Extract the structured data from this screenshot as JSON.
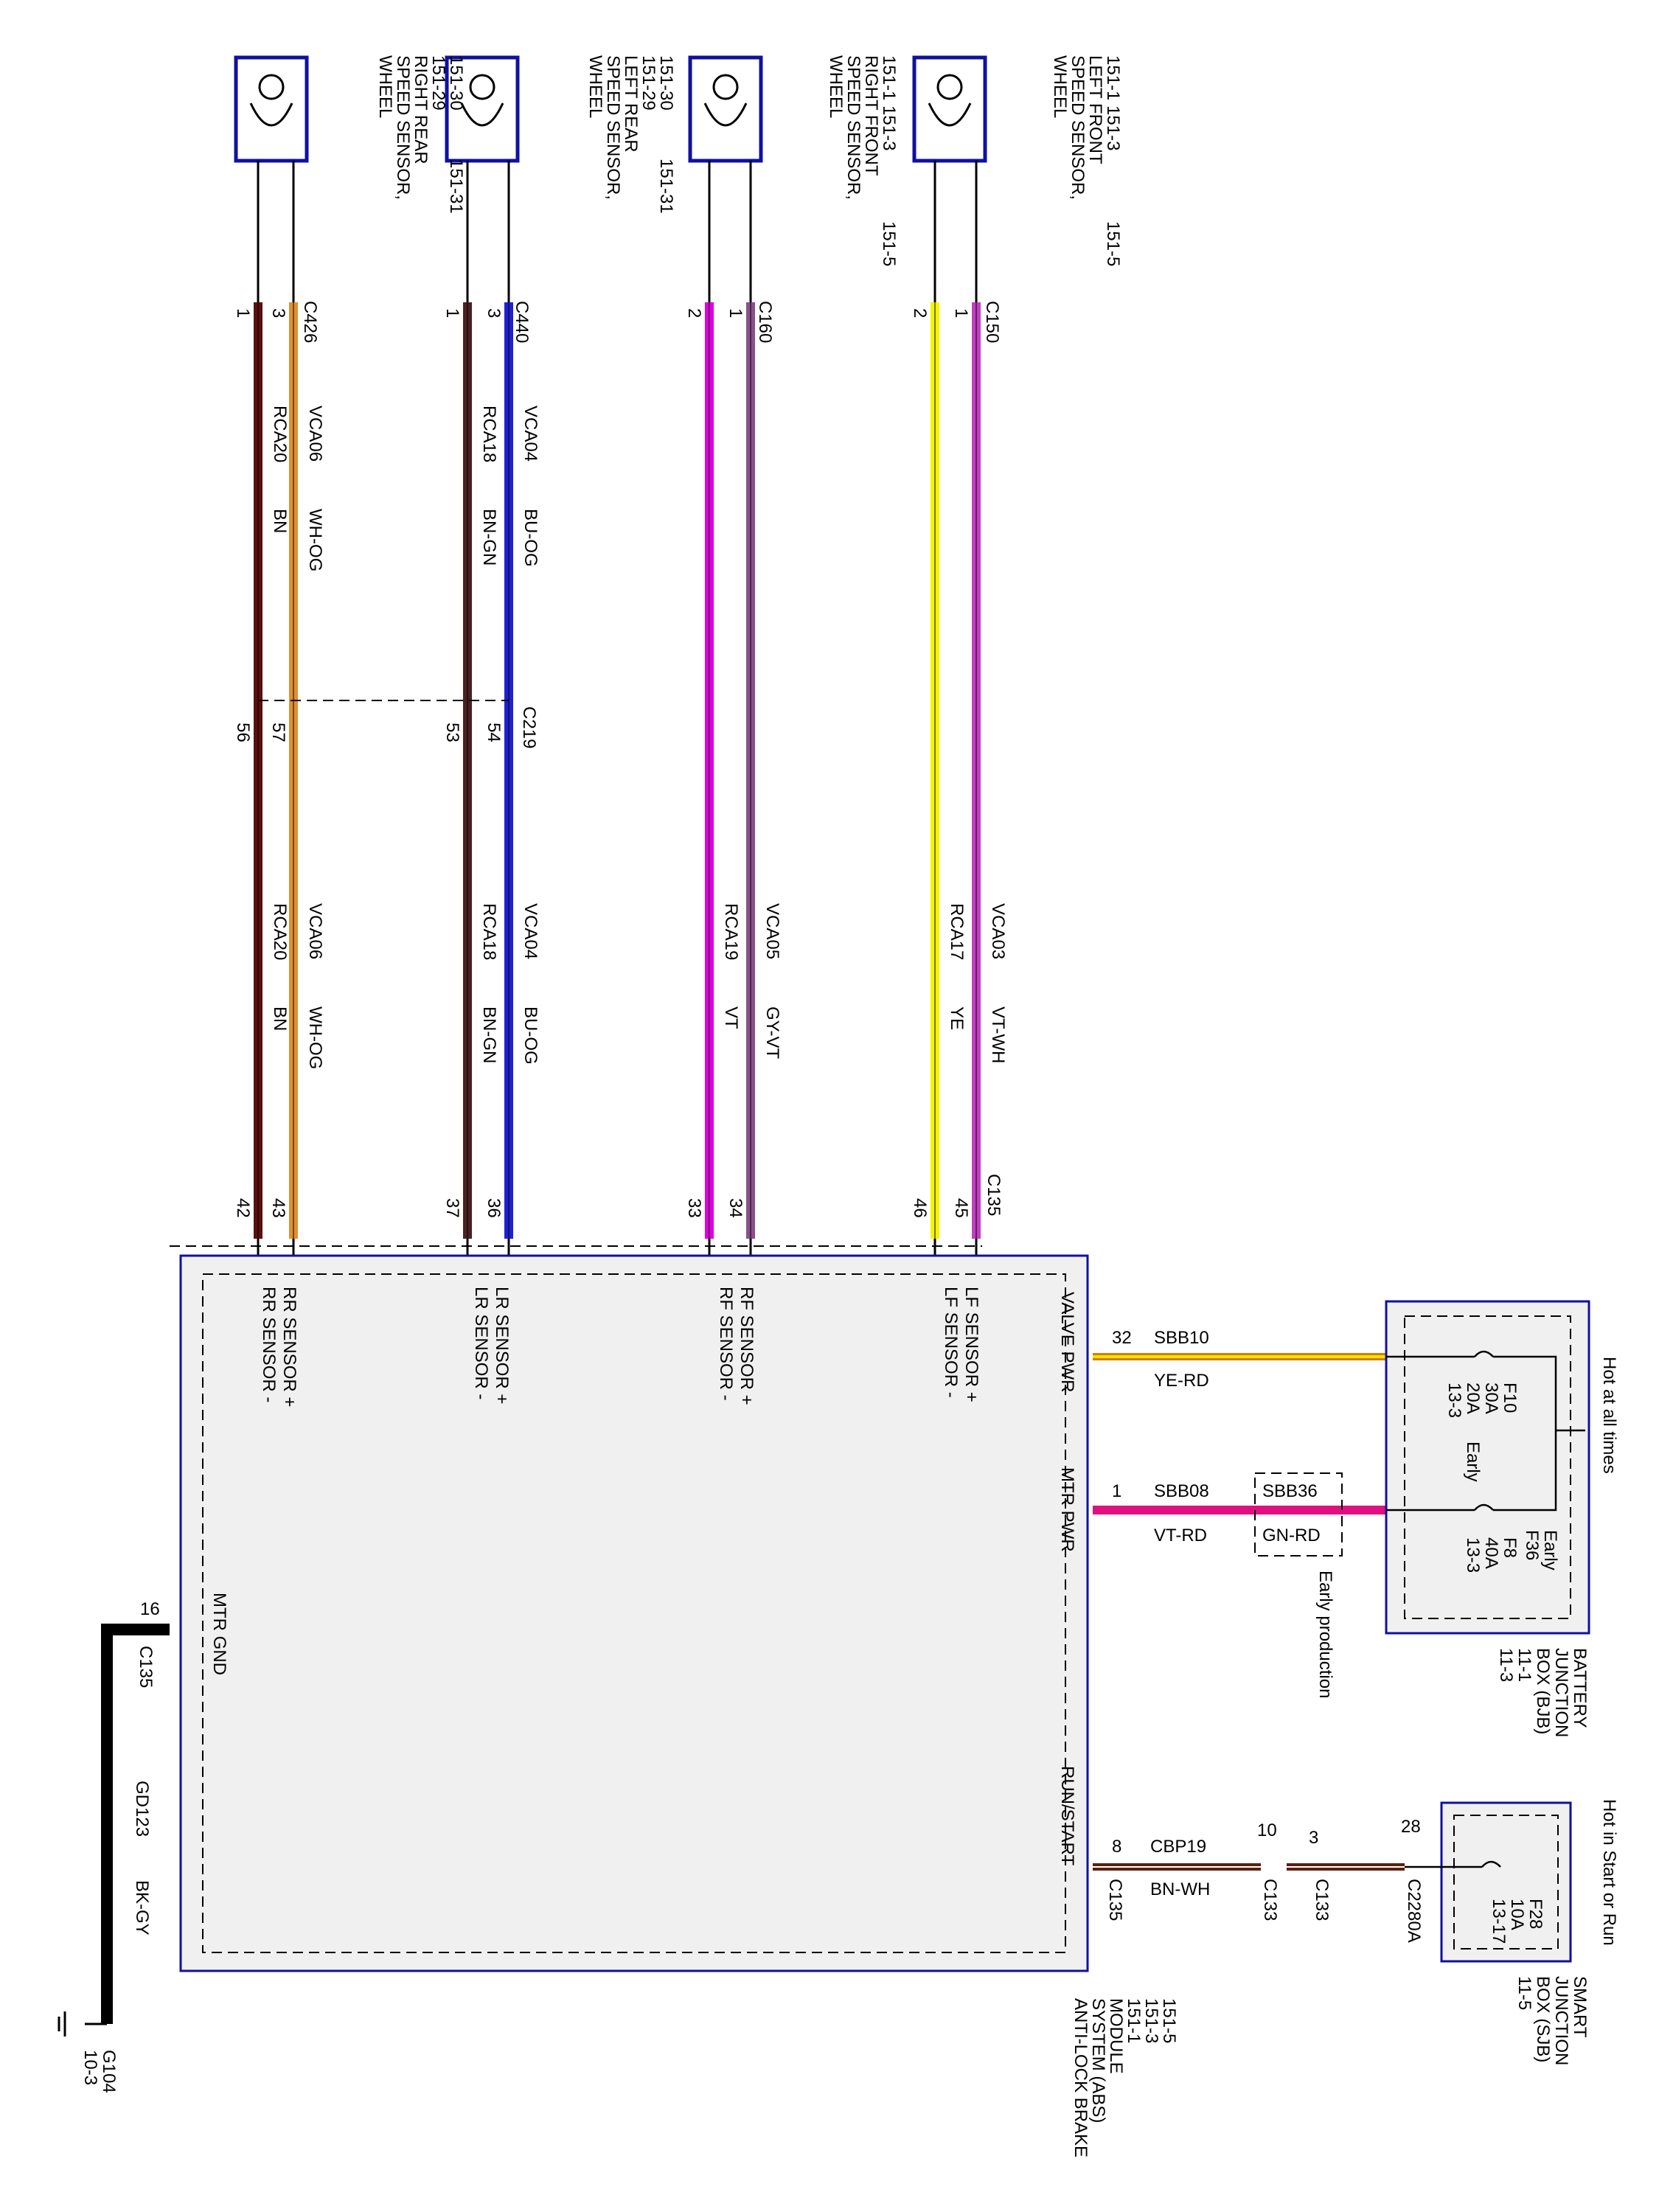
{
  "sensors": [
    {
      "label": [
        "WHEEL",
        "SPEED SENSOR,",
        "LEFT FRONT",
        "151-1   151-3"
      ],
      "ref": "151-5"
    },
    {
      "label": [
        "WHEEL",
        "SPEED SENSOR,",
        "RIGHT FRONT",
        "151-1   151-3"
      ],
      "ref": "151-5"
    },
    {
      "label": [
        "WHEEL",
        "SPEED SENSOR,",
        "LEFT REAR",
        "151-29",
        "151-30"
      ],
      "ref": "151-31"
    },
    {
      "label": [
        "WHEEL",
        "SPEED SENSOR,",
        "RIGHT REAR",
        "151-29",
        "151-30"
      ],
      "ref": "151-31"
    }
  ],
  "sensor_wires": [
    {
      "id": "lf",
      "conn_top": "C150",
      "pins_top": [
        "1",
        "2"
      ],
      "pins_bottom": [
        "45",
        "46"
      ],
      "conn_bottom": "C135",
      "circuits_top": [],
      "circuits_bottom": [
        {
          "code": "VCA03",
          "color": "VT-WH"
        },
        {
          "code": "RCA17",
          "color": "YE"
        }
      ],
      "wire_colors": [
        "#c040c0",
        "#f5f500"
      ]
    },
    {
      "id": "rf",
      "conn_top": "C160",
      "pins_top": [
        "1",
        "2"
      ],
      "pins_bottom": [
        "34",
        "33"
      ],
      "conn_bottom": "",
      "circuits_top": [],
      "circuits_bottom": [
        {
          "code": "VCA05",
          "color": "GY-VT"
        },
        {
          "code": "RCA19",
          "color": "VT"
        }
      ],
      "wire_colors": [
        "#8a508a",
        "#e000e0"
      ]
    },
    {
      "id": "lr",
      "conn_top": "C440",
      "pins_top": [
        "3",
        "1"
      ],
      "pins_mid": [
        "54",
        "53"
      ],
      "pins_bottom": [
        "36",
        "37"
      ],
      "conn_mid": "C219",
      "circuits_top": [
        {
          "code": "VCA04",
          "color": "BU-OG"
        },
        {
          "code": "RCA18",
          "color": "BN-GN"
        }
      ],
      "circuits_bottom": [
        {
          "code": "VCA04",
          "color": "BU-OG"
        },
        {
          "code": "RCA18",
          "color": "BN-GN"
        }
      ],
      "wire_colors": [
        "#2020d0",
        "#4a2020"
      ]
    },
    {
      "id": "rr",
      "conn_top": "C426",
      "pins_top": [
        "3",
        "1"
      ],
      "pins_mid": [
        "57",
        "56"
      ],
      "pins_bottom": [
        "43",
        "42"
      ],
      "circuits_top": [
        {
          "code": "VCA06",
          "color": "WH-OG"
        },
        {
          "code": "RCA20",
          "color": "BN"
        }
      ],
      "circuits_bottom": [
        {
          "code": "VCA06",
          "color": "WH-OG"
        },
        {
          "code": "RCA20",
          "color": "BN"
        }
      ],
      "wire_colors": [
        "#e09030",
        "#5a1010"
      ]
    }
  ],
  "abs_module": {
    "pin_labels": [
      "LF SENSOR +",
      "LF SENSOR -",
      "RF SENSOR +",
      "RF SENSOR -",
      "LR SENSOR +",
      "LR SENSOR -",
      "RR SENSOR +",
      "RR SENSOR -"
    ],
    "power_labels": [
      "VALVE PWR",
      "MTR PWR",
      "RUN/START"
    ],
    "gnd_label": "MTR GND",
    "name": [
      "ANTI-LOCK BRAKE",
      "SYSTEM (ABS)",
      "MODULE",
      "151-1",
      "151-3",
      "151-5"
    ]
  },
  "power": {
    "valve": {
      "pin": "32",
      "circuit": "SBB10",
      "color": "YE-RD"
    },
    "motor": {
      "pin": "1",
      "circuit": "SBB08",
      "color": "VT-RD",
      "alt_circuit": "SBB36",
      "alt_color": "GN-RD",
      "note": "Early production"
    },
    "run": {
      "pin": "8",
      "conn": "C135",
      "circuit": "CBP19",
      "color": "BN-WH",
      "c133_pins": [
        "10",
        "3"
      ],
      "c133": "C133",
      "c2280_pin": "28",
      "c2280": "C2280A"
    }
  },
  "ground": {
    "pin": "16",
    "conn": "C135",
    "circuit": "GD123",
    "color": "BK-GY",
    "gnd": "G104",
    "ref": "10-3"
  },
  "bjb": {
    "title": "Hot at all times",
    "f10": [
      "F10",
      "30A"
    ],
    "f10_alt": "20A",
    "f10_alt_note": "Early",
    "f10_ref": "13-3",
    "f8": [
      "F8",
      "40A",
      "13-3"
    ],
    "f8_alt_note": "Early",
    "f8_alt": "F36",
    "name": [
      "BATTERY",
      "JUNCTION",
      "BOX (BJB)",
      "11-1",
      "11-3"
    ]
  },
  "sjb": {
    "title": "Hot in Start or Run",
    "fuse": [
      "F28",
      "10A",
      "13-17"
    ],
    "name": [
      "SMART",
      "JUNCTION",
      "BOX (SJB)",
      "11-5"
    ]
  }
}
